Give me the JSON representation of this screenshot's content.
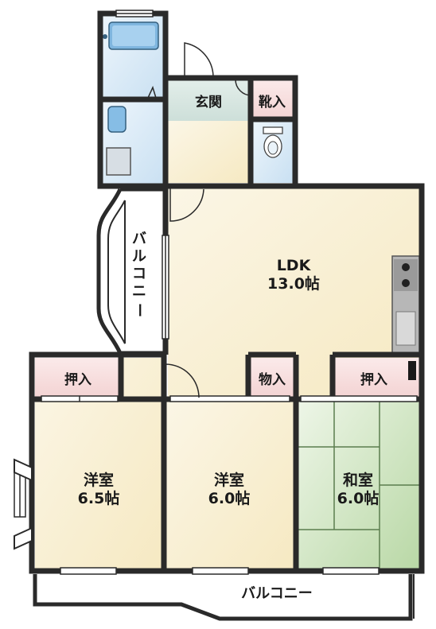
{
  "rooms": {
    "genkan": "玄関",
    "kutsuire": "靴入",
    "ldk_name": "LDK",
    "ldk_size": "13.0帖",
    "yoshitsu1_name": "洋室",
    "yoshitsu1_size": "6.5帖",
    "yoshitsu2_name": "洋室",
    "yoshitsu2_size": "6.0帖",
    "washitsu_name": "和室",
    "washitsu_size": "6.0帖"
  },
  "storage": {
    "oshiire_left": "押入",
    "monoire": "物入",
    "oshiire_right": "押入"
  },
  "balconies": {
    "side_vertical": [
      "バ",
      "ル",
      "コ",
      "ニ",
      "ー"
    ],
    "bottom": "バルコニー"
  },
  "colors": {
    "wall": "#2a2a2a",
    "floor_cream": "#fbf3da",
    "wet_blue": "#d6e8f5",
    "tatami_green": "#cfe3c2",
    "closet_pink": "#f7dede",
    "genkan_gray": "#d9e6e2"
  }
}
